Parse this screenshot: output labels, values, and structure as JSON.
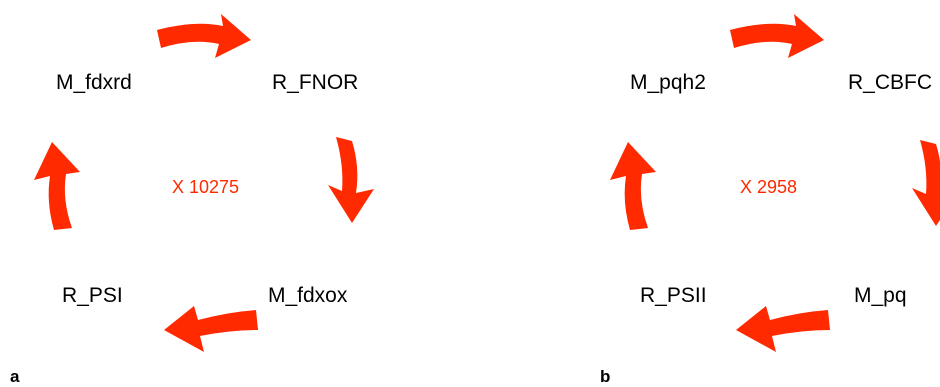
{
  "colors": {
    "arrow": "#ff2a00",
    "count_text": "#ff2a00",
    "label_text": "#000000"
  },
  "panels": [
    {
      "letter": "a",
      "nodes": {
        "top_left": "M_fdxrd",
        "top_right": "R_FNOR",
        "bottom_right": "M_fdxox",
        "bottom_left": "R_PSI"
      },
      "count": "X 10275"
    },
    {
      "letter": "b",
      "nodes": {
        "top_left": "M_pqh2",
        "top_right": "R_CBFC",
        "bottom_right": "M_pq",
        "bottom_left": "R_PSII"
      },
      "count": "X 2958"
    }
  ],
  "arrows": {
    "top": "curved-arrow-right",
    "right": "curved-arrow-down",
    "bottom": "curved-arrow-left",
    "left": "curved-arrow-up"
  }
}
